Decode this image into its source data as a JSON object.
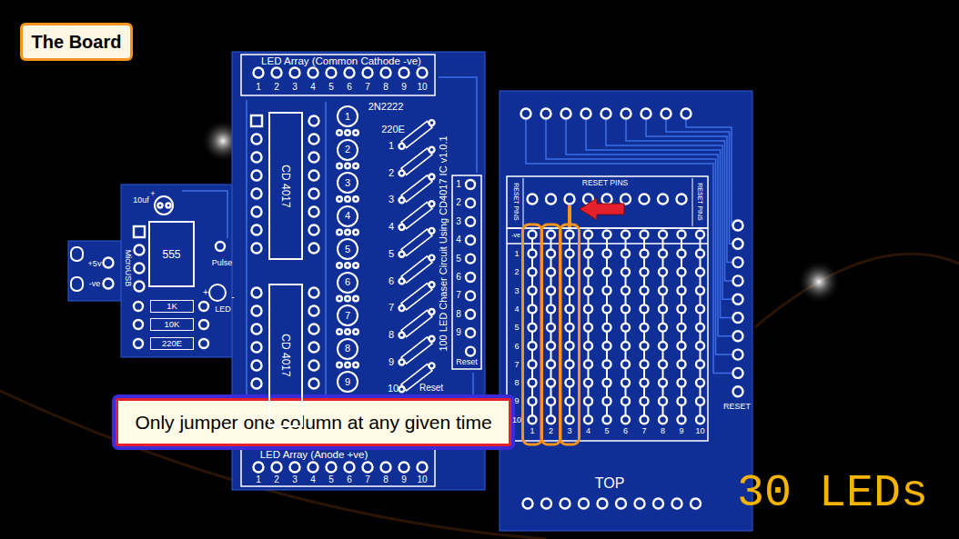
{
  "diagram": {
    "nodes": [
      {
        "text": [
          "The Board"
        ]
      },
      {
        "text": [
          "Only jumper one column at any given time"
        ]
      },
      {
        "text": [
          "555"
        ]
      },
      {
        "text": [
          "CD 4017"
        ]
      },
      {
        "text": [
          "CD 4017"
        ]
      },
      {
        "text": [
          "1K"
        ]
      },
      {
        "text": [
          "10K"
        ]
      },
      {
        "text": [
          "220E"
        ]
      },
      {
        "text": [
          "1"
        ]
      },
      {
        "text": [
          "2"
        ]
      },
      {
        "text": [
          "3"
        ]
      },
      {
        "text": [
          "4"
        ]
      },
      {
        "text": [
          "5"
        ]
      },
      {
        "text": [
          "6"
        ]
      },
      {
        "text": [
          "7"
        ]
      },
      {
        "text": [
          "8"
        ]
      },
      {
        "text": [
          "9"
        ]
      }
    ],
    "labels": [
      "LED Array (Common Cathode -ve)",
      "1",
      "2",
      "3",
      "4",
      "5",
      "6",
      "7",
      "8",
      "9",
      "10",
      "2N2222",
      "220E",
      "1",
      "2",
      "3",
      "4",
      "5",
      "6",
      "7",
      "8",
      "9",
      "10",
      "100 LED Chaser Circuit Using CD4017 IC v1.0.1",
      "1",
      "2",
      "3",
      "4",
      "5",
      "6",
      "7",
      "8",
      "9",
      "Reset",
      "Reset",
      "LED Array (Anode +ve)",
      "1",
      "2",
      "3",
      "4",
      "5",
      "6",
      "7",
      "8",
      "9",
      "10",
      "10uf",
      "+",
      "Pulse",
      "LED",
      "+",
      "-",
      "MicroUSB",
      "+5v",
      "-ve",
      "RESET PINS",
      "RESET PINS",
      "RESET PINS",
      "-ve",
      "1",
      "2",
      "3",
      "4",
      "5",
      "6",
      "7",
      "8",
      "9",
      "10",
      "1",
      "2",
      "3",
      "4",
      "5",
      "6",
      "7",
      "8",
      "9",
      "10",
      "RESET",
      "TOP",
      "30 LEDs"
    ]
  }
}
